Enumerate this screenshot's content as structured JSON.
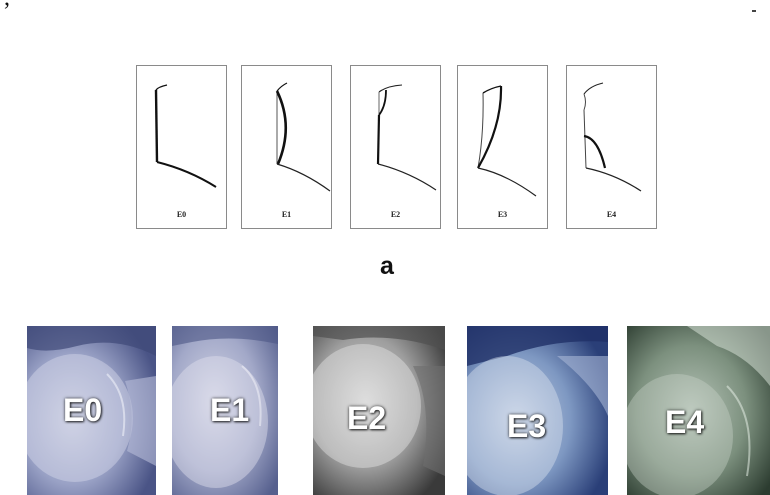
{
  "header": {
    "cropped_caption": ","
  },
  "diagram": {
    "panels": [
      {
        "label": "E0"
      },
      {
        "label": "E1"
      },
      {
        "label": "E2"
      },
      {
        "label": "E3"
      },
      {
        "label": "E4"
      }
    ],
    "figure_label": "a"
  },
  "radiographs": [
    {
      "label": "E0",
      "tint": "#6c78a8"
    },
    {
      "label": "E1",
      "tint": "#7a82ac"
    },
    {
      "label": "E2",
      "tint": "#6a6a6a"
    },
    {
      "label": "E3",
      "tint": "#4f78a8"
    },
    {
      "label": "E4",
      "tint": "#5e7462"
    }
  ]
}
